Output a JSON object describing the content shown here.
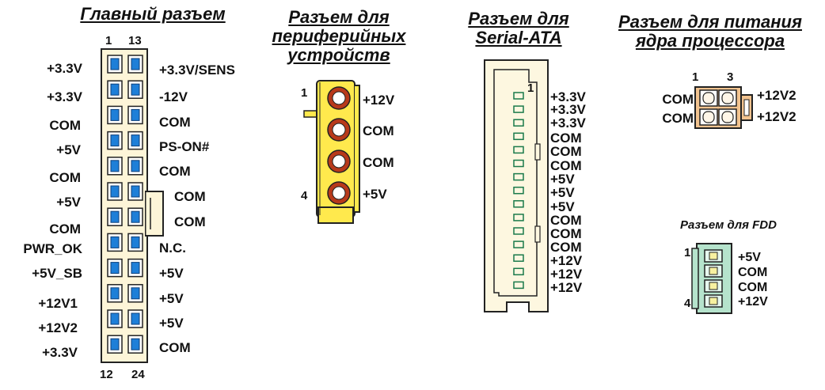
{
  "main": {
    "title": "Главный разъем",
    "top_pins": [
      "1",
      "13"
    ],
    "bottom_pins": [
      "12",
      "24"
    ],
    "left_labels": [
      "+3.3V",
      "+3.3V",
      "COM",
      "+5V",
      "COM",
      "+5V",
      "COM",
      "PWR_OK",
      "+5V_SB",
      "+12V1",
      "+12V2",
      "+3.3V"
    ],
    "right_labels": [
      "+3.3V/SENS",
      "-12V",
      "COM",
      "PS-ON#",
      "COM",
      "COM",
      "COM",
      "N.C.",
      "+5V",
      "+5V",
      "+5V",
      "COM"
    ]
  },
  "peripheral": {
    "title_lines": [
      "Разъем для",
      "периферийных",
      "устройств"
    ],
    "pin_first": "1",
    "pin_last": "4",
    "labels": [
      "+12V",
      "COM",
      "COM",
      "+5V"
    ]
  },
  "sata": {
    "title_lines": [
      "Разъем для",
      "Serial-ATA"
    ],
    "pin_first": "1",
    "labels": [
      "+3.3V",
      "+3.3V",
      "+3.3V",
      "COM",
      "COM",
      "COM",
      "+5V",
      "+5V",
      "+5V",
      "COM",
      "COM",
      "COM",
      "+12V",
      "+12V",
      "+12V"
    ]
  },
  "cpu": {
    "title_lines": [
      "Разъем для питания",
      "ядра процессора"
    ],
    "pin_numbers": [
      "1",
      "3"
    ],
    "left_labels": [
      "COM",
      "COM"
    ],
    "right_labels": [
      "+12V2",
      "+12V2"
    ]
  },
  "fdd": {
    "title": "Разъем для FDD",
    "pin_first": "1",
    "pin_last": "4",
    "labels": [
      "+5V",
      "COM",
      "COM",
      "+12V"
    ]
  },
  "colors": {
    "atx_body": "#fdf5d8",
    "atx_pin": "#1e7fd8",
    "molex_body": "#ffe94d",
    "molex_pin": "#b8391a",
    "cpu_body": "#f2c38f",
    "fdd_body": "#b5e3cc",
    "sata_body": "#fdf7e0"
  }
}
